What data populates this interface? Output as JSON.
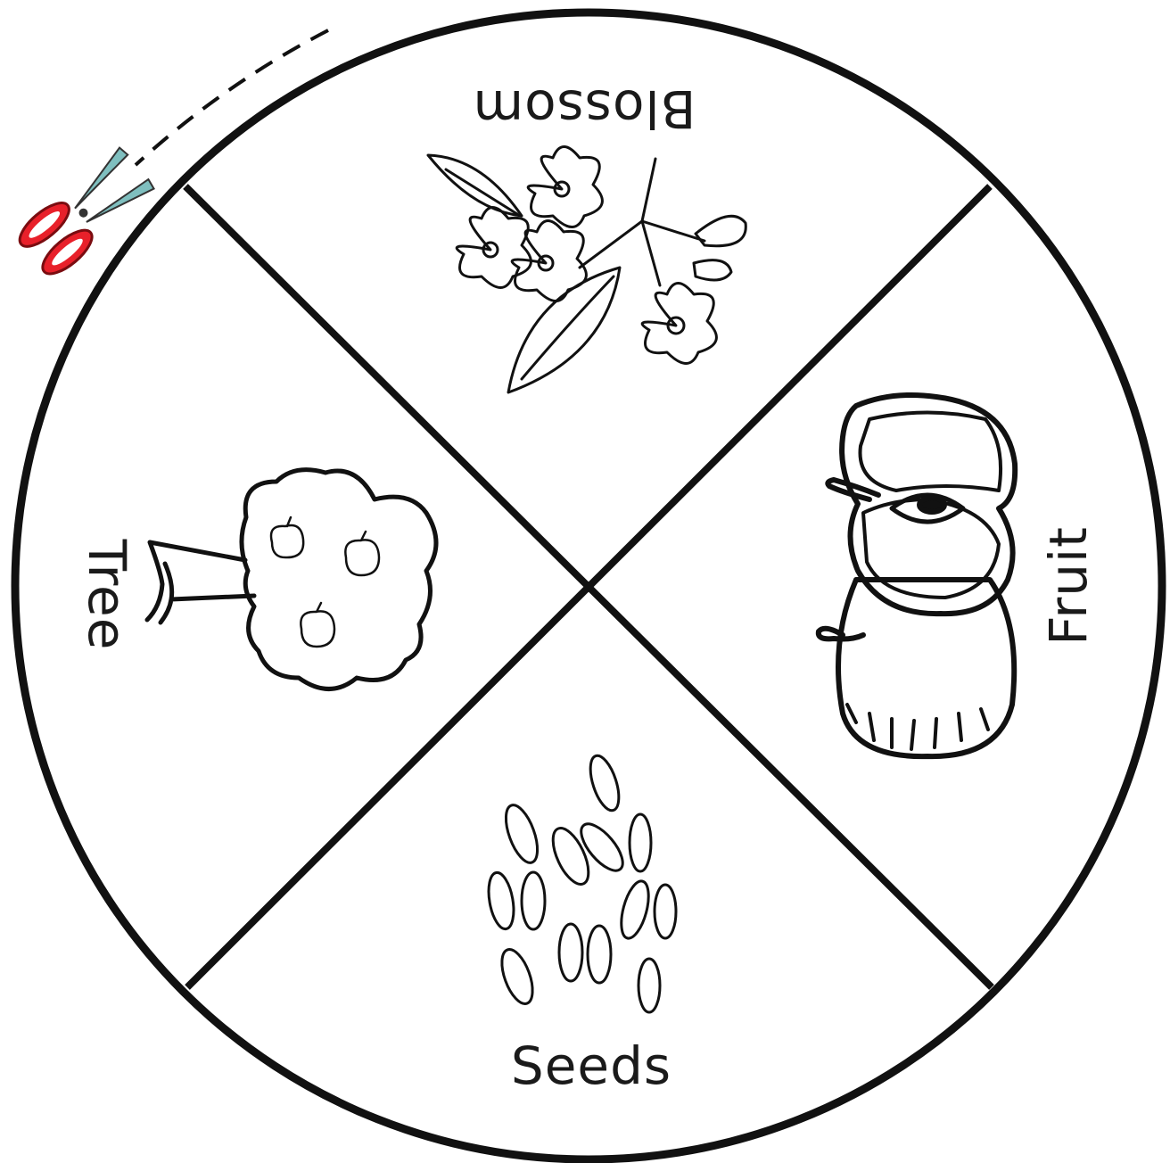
{
  "wheel": {
    "segments": [
      {
        "id": "blossom",
        "label": "Blossom",
        "icon": "apple-blossom-icon"
      },
      {
        "id": "fruit",
        "label": "Fruit",
        "icon": "apple-cut-icon"
      },
      {
        "id": "seeds",
        "label": "Seeds",
        "icon": "seeds-icon"
      },
      {
        "id": "tree",
        "label": "Tree",
        "icon": "apple-tree-icon"
      }
    ],
    "cut_icon": "scissors-icon",
    "colors": {
      "line": "#111111",
      "scissors": "#e8202a",
      "blade": "#7fbfbf"
    }
  }
}
